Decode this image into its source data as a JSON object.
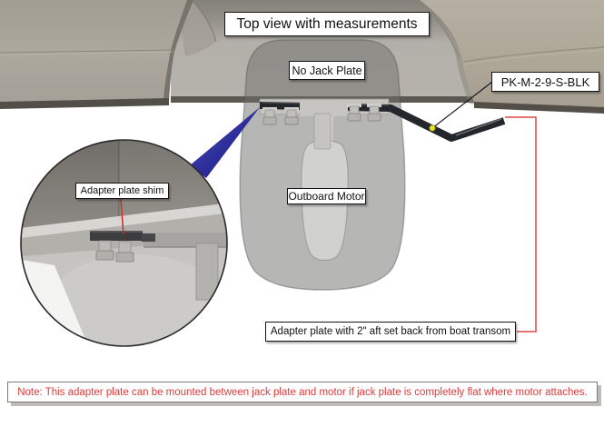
{
  "title": "Top view with measurements",
  "labels": {
    "no_jack_plate": "No Jack Plate",
    "part_number": "PK-M-2-9-S-BLK",
    "outboard_motor": "Outboard Motor",
    "setback": "Adapter plate with 2\" aft set back from boat transom",
    "shim": "Adapter plate shim"
  },
  "note": "Note: This adapter plate can be mounted between jack plate and motor if jack plate is completely flat where motor attaches.",
  "colors": {
    "hull_tan": "#aaa59b",
    "hull_tan_right": "#b2ab9f",
    "hull_edge_dark": "#534f48",
    "transom_recess": "#b5b2ab",
    "motor_ghost_gray": "#b9b9b7",
    "adapter_plate_black": "#23262b",
    "callout_wedge_blue": "#3434ad",
    "marker_yellow": "#e6e22e",
    "dimension_line_red": "#e04545",
    "note_text_red": "#d93b3b",
    "label_border": "#151515",
    "label_background": "#ffffff"
  }
}
